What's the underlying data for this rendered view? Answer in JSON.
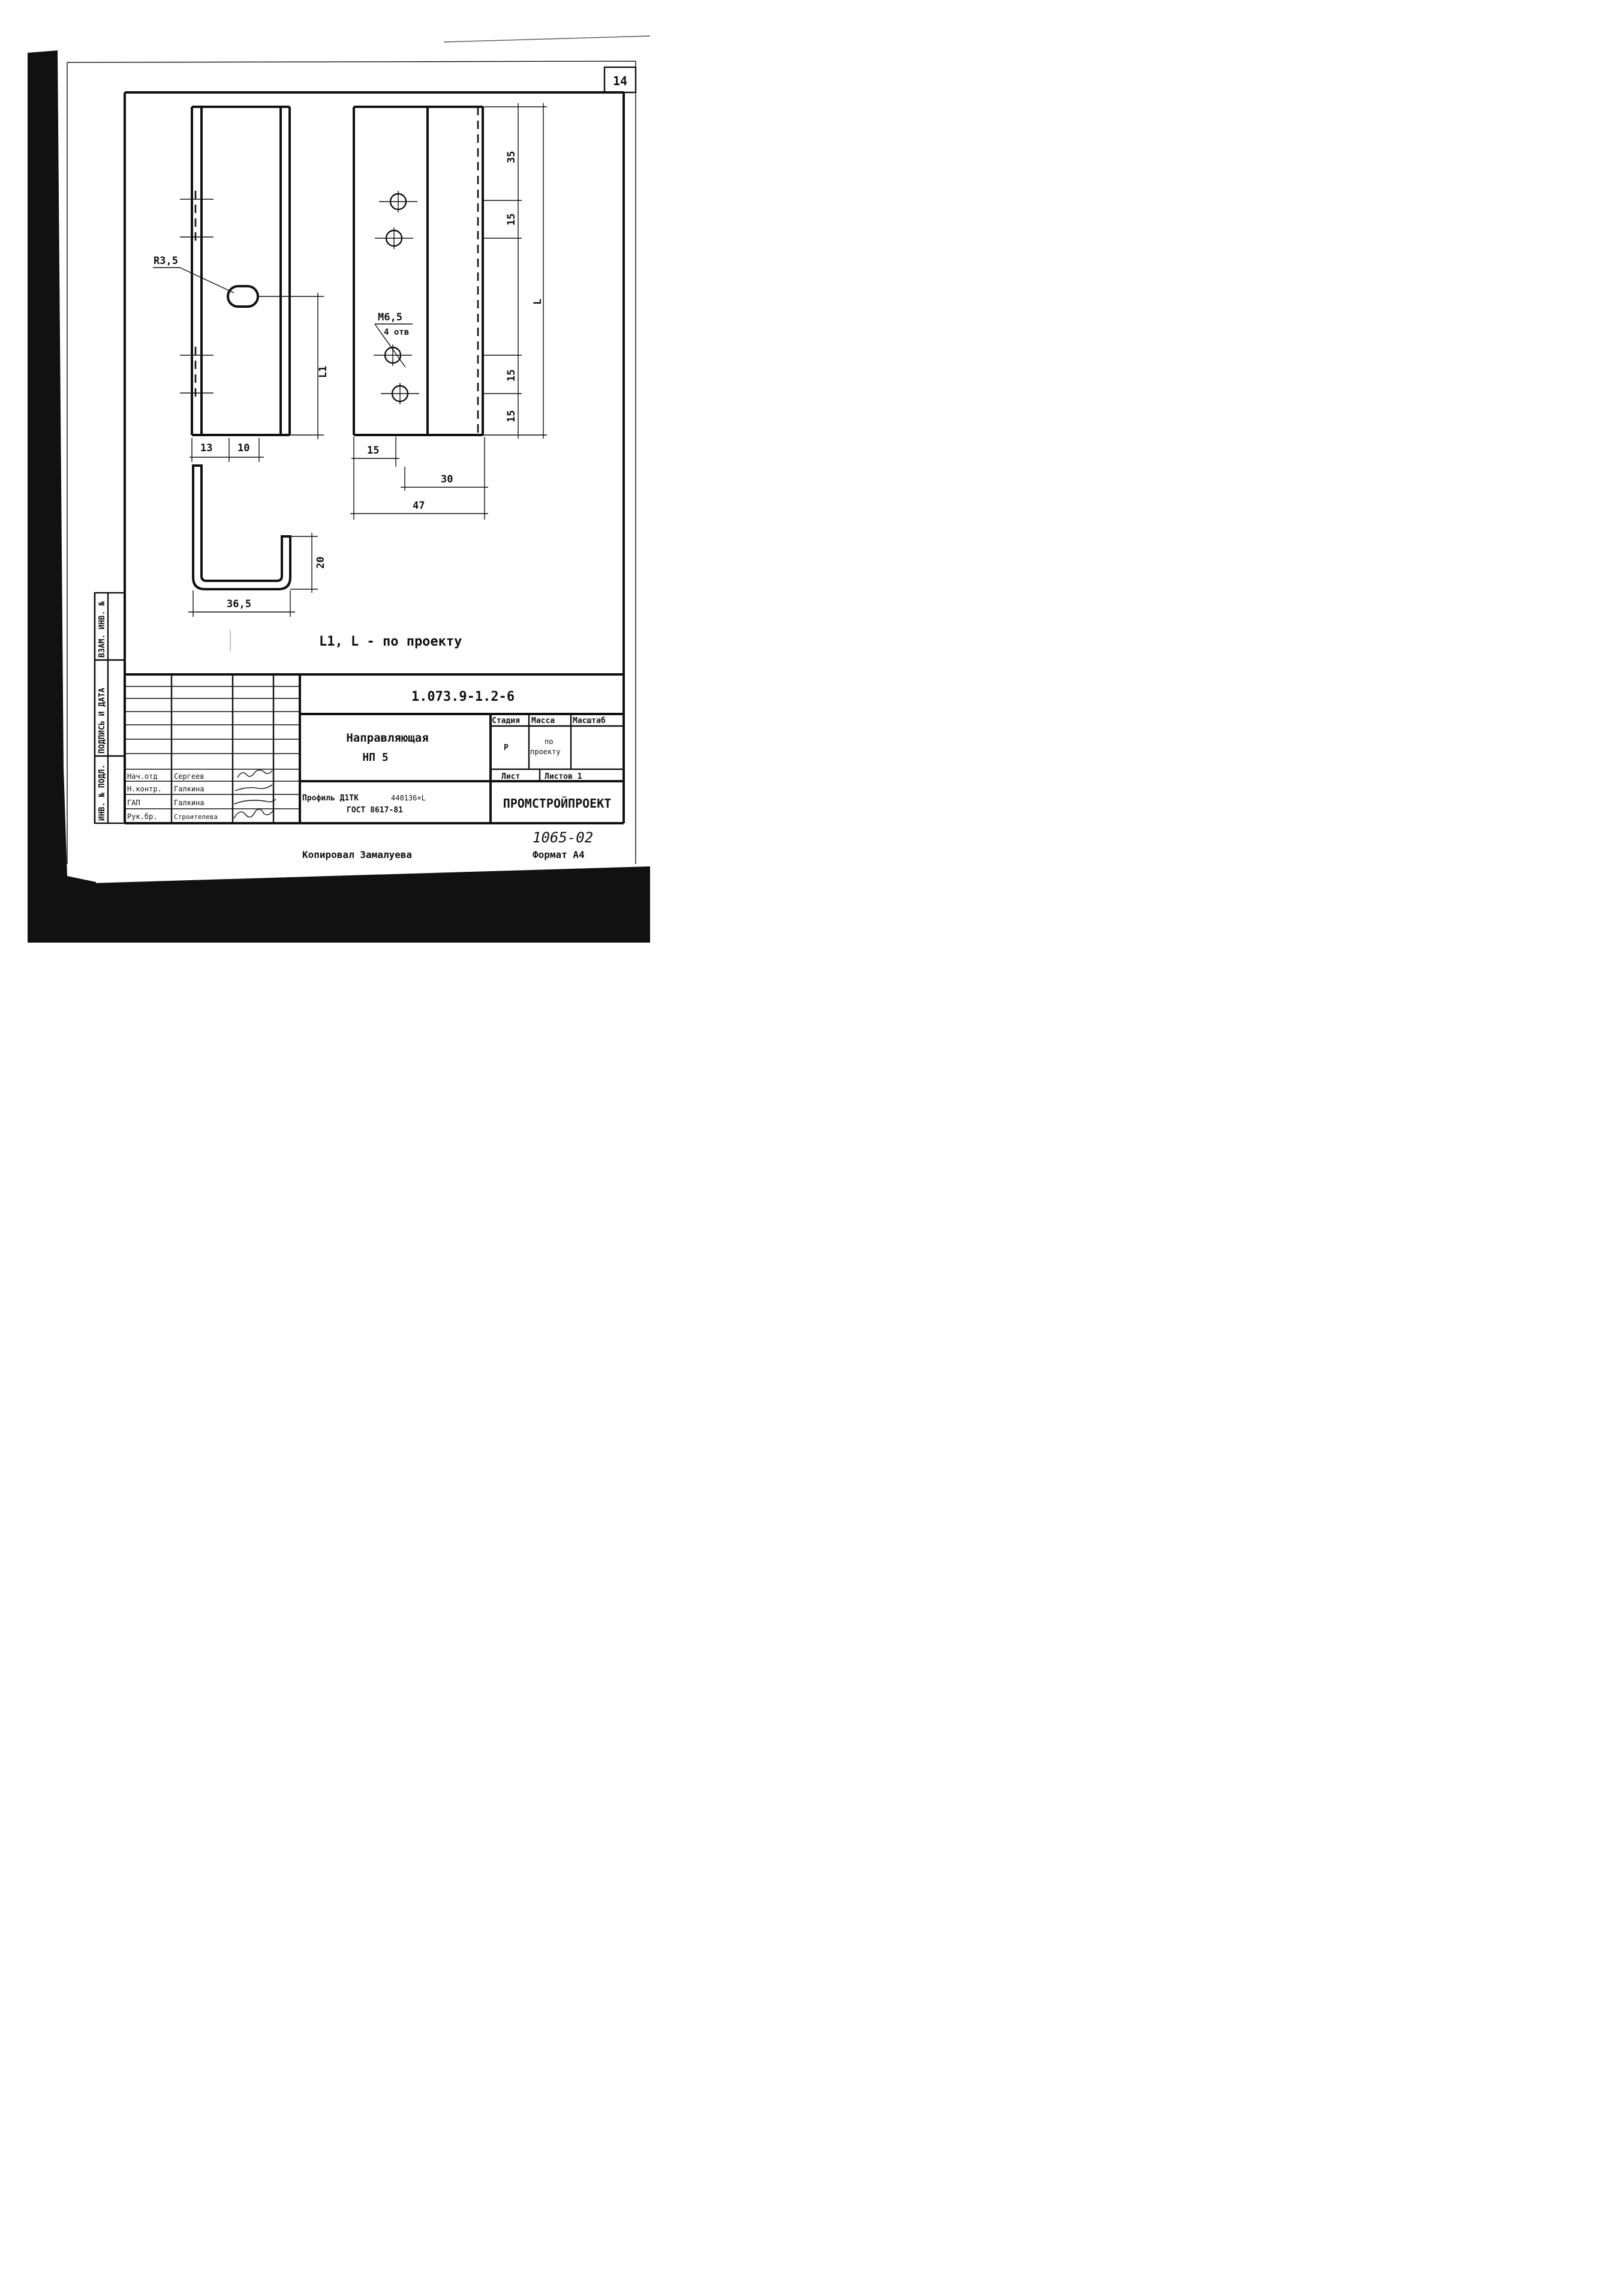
{
  "page_number": "14",
  "dimensions": {
    "radius": "R3,5",
    "left_13": "13",
    "left_10": "10",
    "l1": "L1",
    "l": "L",
    "d35": "35",
    "d15_top": "15",
    "d15_mid": "15",
    "d15_bot": "15",
    "bottom_15": "15",
    "bottom_30": "30",
    "bottom_47": "47",
    "hole_spec": "M6,5",
    "hole_count": "4 отв",
    "section_20": "20",
    "section_365": "36,5"
  },
  "note": "L1, L - по проекту",
  "side_stamp": {
    "vzam": "ВЗАМ. ИНВ. №",
    "podpis": "ПОДПИСЬ И ДАТА",
    "inv": "ИНВ. № ПОДЛ."
  },
  "title_block": {
    "doc_code": "1.073.9-1.2-6",
    "title_line1": "Направляющая",
    "title_line2": "НП 5",
    "stage_label": "Стадия",
    "mass_label": "Масса",
    "scale_label": "Масштаб",
    "stage_value": "Р",
    "mass_value_1": "по",
    "mass_value_2": "проекту",
    "sheet_label": "Лист",
    "sheets_label": "Листов 1",
    "material_1": "Профиль Д1ТК",
    "material_2": "440136×L",
    "material_3": "ГОСТ 8617-81",
    "org": "ПРОМСТРОЙПРОЕКТ",
    "roles": [
      {
        "role": "Нач.отд",
        "name": "Сергеев"
      },
      {
        "role": "Н.контр.",
        "name": "Галкина"
      },
      {
        "role": "ГАП",
        "name": "Галкина"
      },
      {
        "role": "Рук.бр.",
        "name": "Строителева"
      }
    ]
  },
  "footer": {
    "handwritten_no": "1065-02",
    "copied_by": "Копировал  Замалуева",
    "format": "Формат А4"
  }
}
